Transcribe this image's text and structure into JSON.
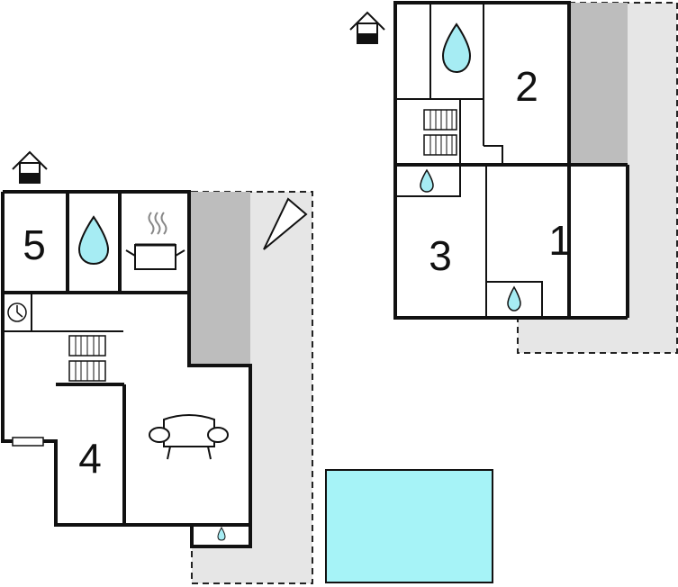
{
  "colors": {
    "water": "#a6ecf3",
    "pool": "#a6f3f7",
    "terrace": "#e6e6e6",
    "dark_area": "#bdbdbd",
    "wall": "#111111"
  },
  "upper_unit": {
    "entrance_icon": "house-entrance-icon",
    "rooms": {
      "room_1": "1",
      "room_2": "2",
      "room_3": "3"
    },
    "icons": [
      "water-drop-icon",
      "stairs-icon",
      "water-drop-icon",
      "water-drop-icon"
    ]
  },
  "lower_unit": {
    "entrance_icon": "house-entrance-icon",
    "rooms": {
      "room_4": "4",
      "room_5": "5"
    },
    "icons": [
      "water-drop-icon",
      "cooking-pot-icon",
      "clock-icon",
      "stairs-icon",
      "armchair-icon",
      "radiator-icon",
      "water-drop-icon",
      "terrace-sun-icon"
    ]
  },
  "pool": {
    "icon": "pool-area"
  }
}
